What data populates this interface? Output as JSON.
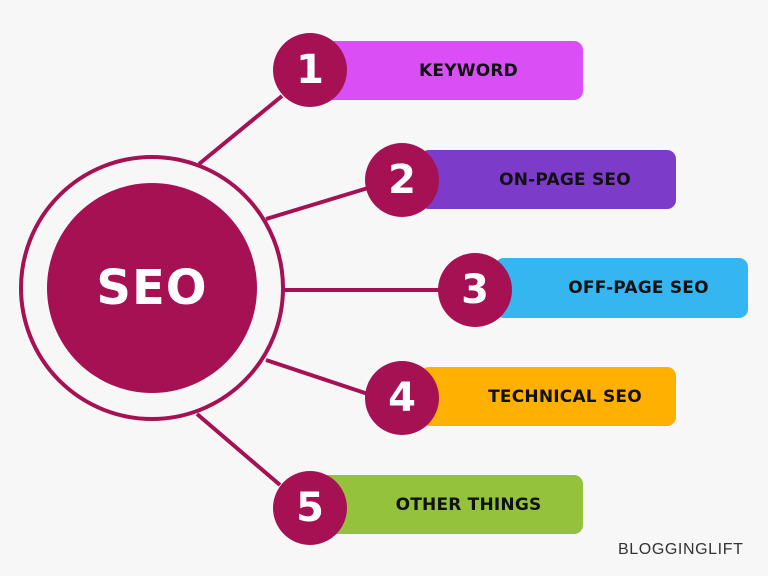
{
  "diagram": {
    "hub": {
      "label": "SEO",
      "color": "#a51153"
    },
    "items": [
      {
        "number": "1",
        "label": "KEYWORD",
        "color": "#d94ff5"
      },
      {
        "number": "2",
        "label": "ON-PAGE SEO",
        "color": "#7c3cc9"
      },
      {
        "number": "3",
        "label": "OFF-PAGE SEO",
        "color": "#36b6f0"
      },
      {
        "number": "4",
        "label": "TECHNICAL SEO",
        "color": "#ffb000"
      },
      {
        "number": "5",
        "label": "OTHER THINGS",
        "color": "#95c23d"
      }
    ],
    "node_color": "#a51153",
    "background": "#f7f7f7"
  },
  "footer": {
    "brand": "BLOGGINGLIFT"
  }
}
